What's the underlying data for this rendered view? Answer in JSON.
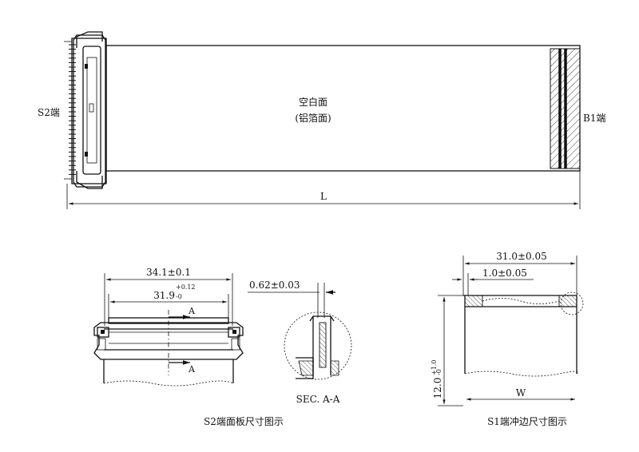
{
  "top_view": {
    "s2_end_label": "S2端",
    "b1_end_label": "B1端",
    "blank_side_label": "空白面",
    "foil_side_label": "(铝箔面)",
    "length_label": "L"
  },
  "s2_panel_view": {
    "width_dim": "34.1±0.1",
    "inner_dim": "31.9",
    "inner_tol_upper": "+0.12",
    "inner_tol_lower": "-0",
    "section_marker": "A",
    "caption": "S2端面板尺寸图示"
  },
  "section_view": {
    "thickness_dim": "0.62±0.03",
    "caption": "SEC. A-A"
  },
  "s1_punch_view": {
    "width_dim": "31.0±0.05",
    "edge_dim": "1.0±0.05",
    "height_dim": "12.0",
    "height_tol_upper": "+1.0",
    "height_tol_lower": "-0",
    "w_label": "W",
    "caption": "S1端冲边尺寸图示"
  }
}
